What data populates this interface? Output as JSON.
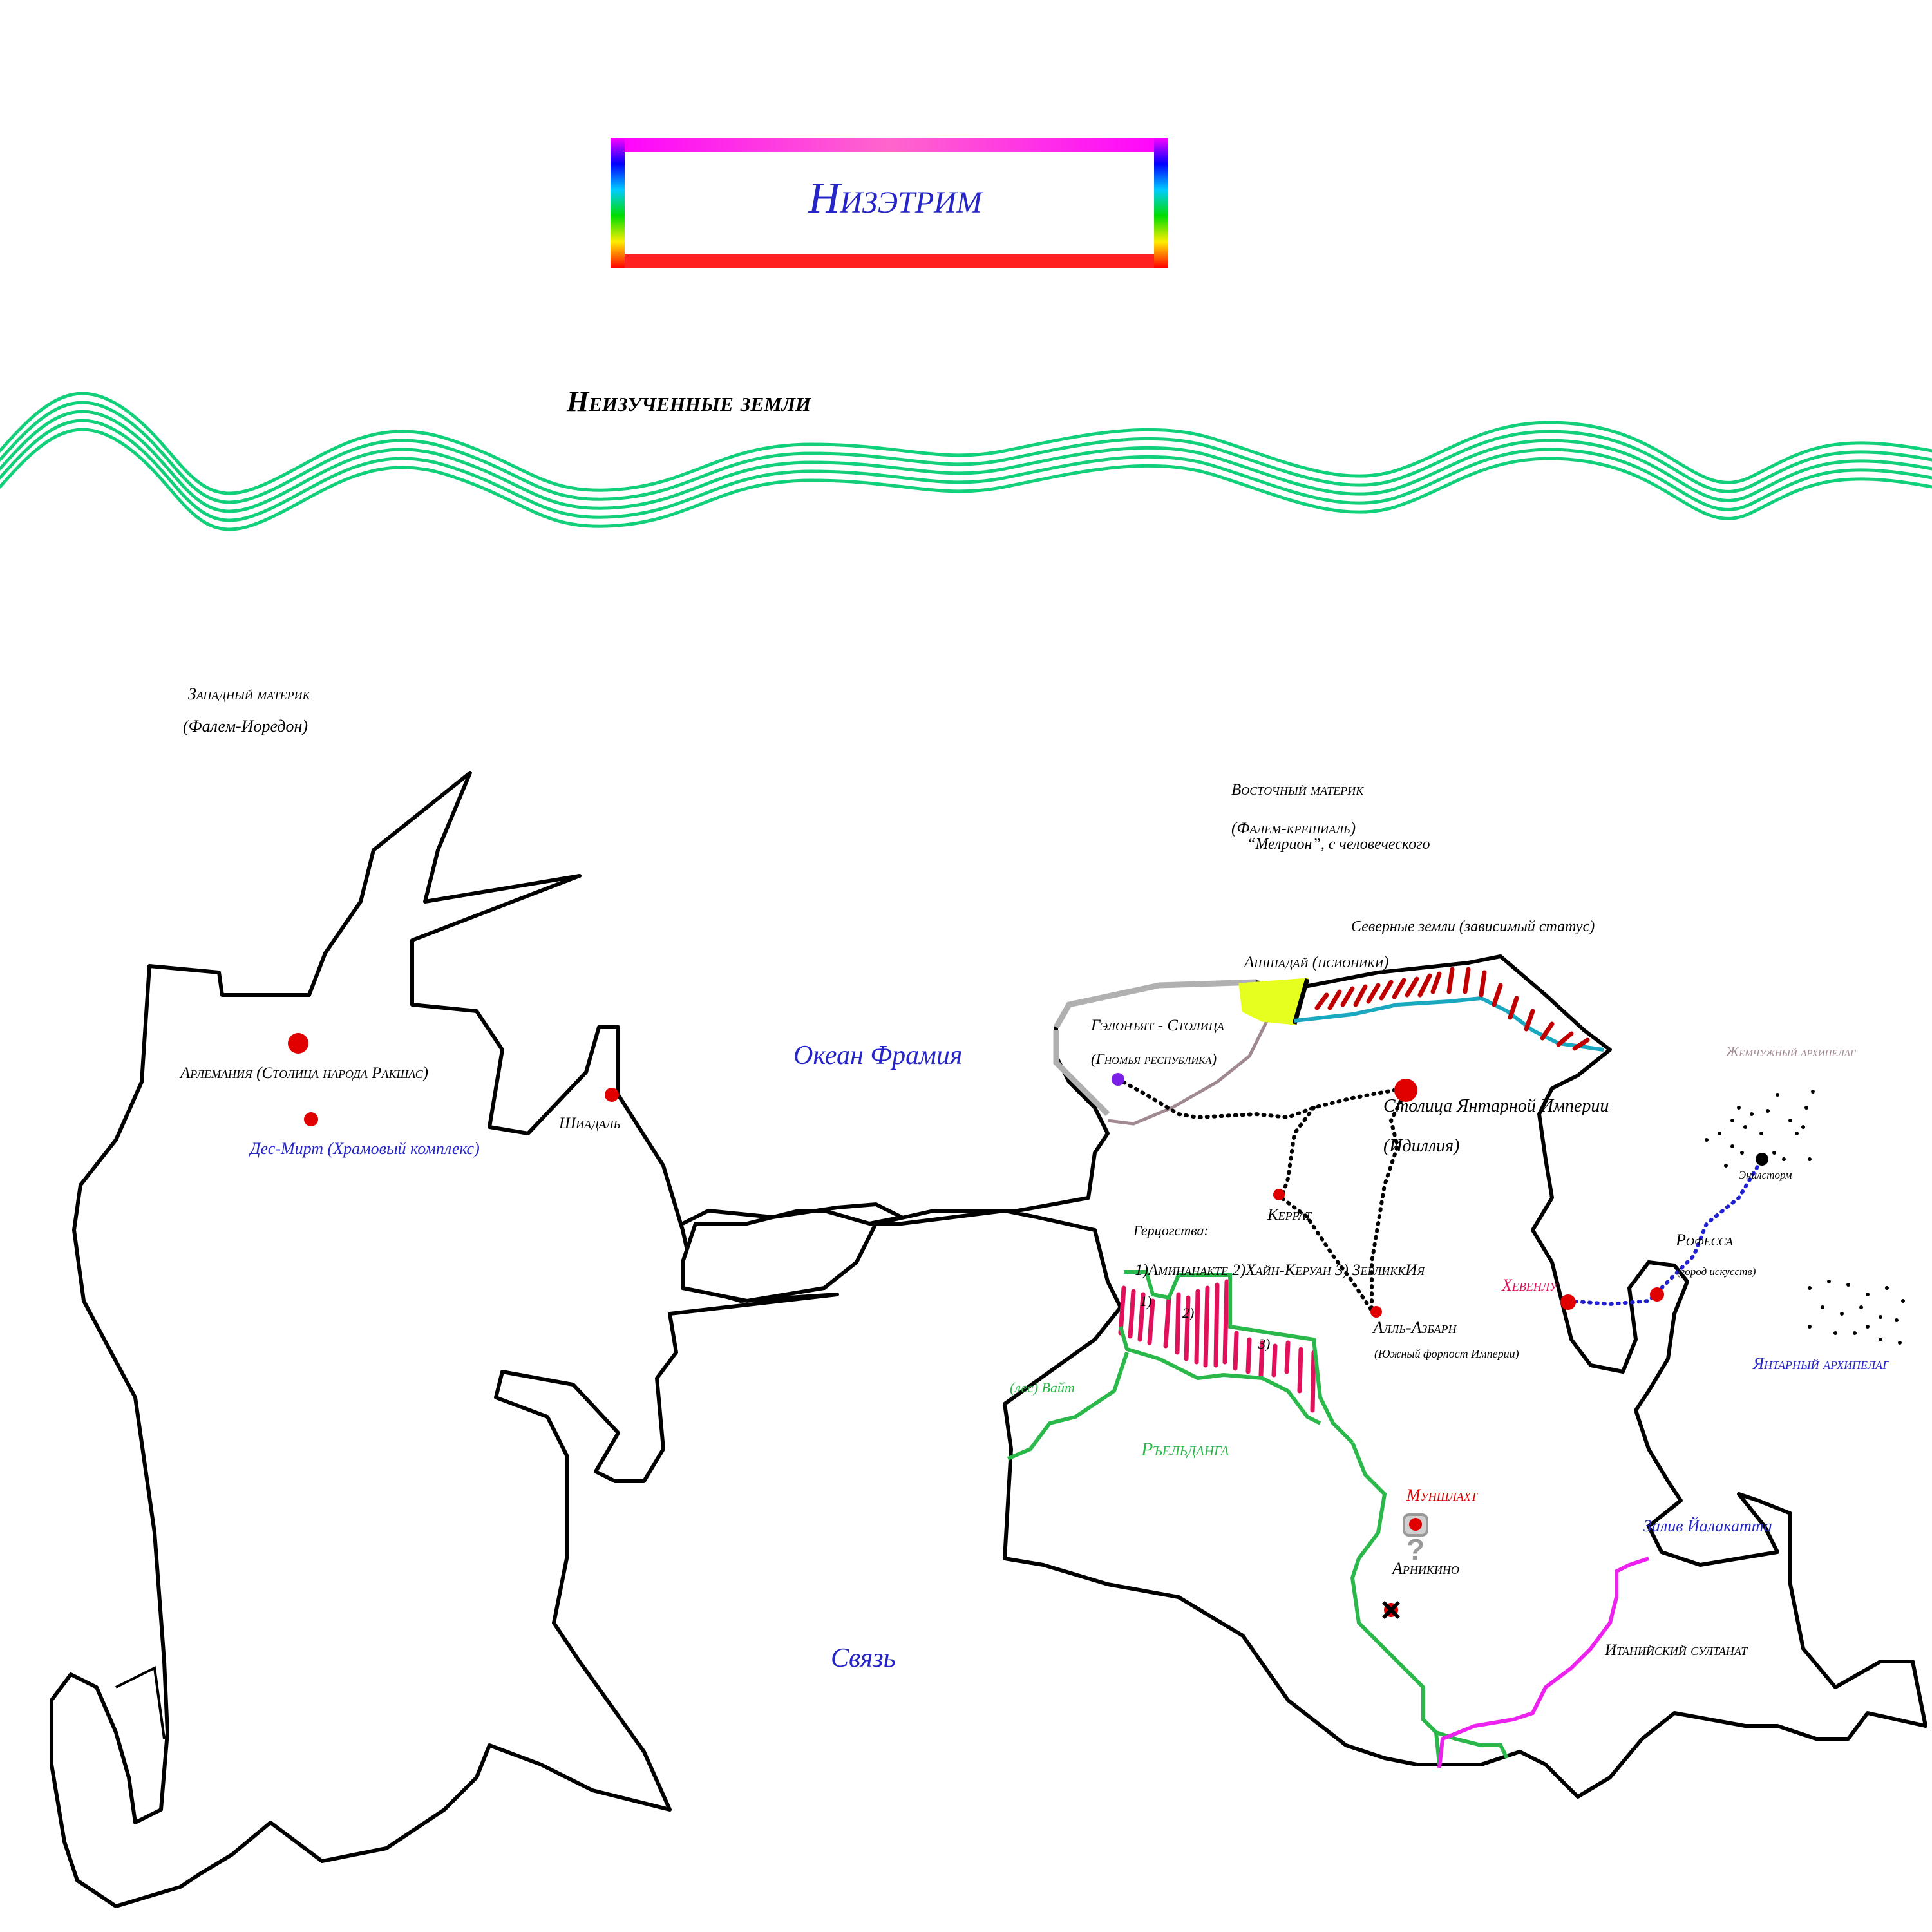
{
  "title": "Низэтрим",
  "unexplored": "Неизученные земли",
  "west": {
    "name": "Западный материк",
    "alt": "(Фалем-Иоредон)",
    "arlemania": "Арлемания (Столица народа Ракшас)",
    "desmirt": "Дес-Мирт (Храмовый комплекс)",
    "shiadal": "Шиадаль"
  },
  "east": {
    "name": "Восточный материк",
    "alt": "(Фалем-крешиаль)",
    "alt2": "“Мелрион”, с человеческого",
    "north_lands": "Северные земли (зависимый статус)",
    "ashshaday": "Ашшадай (псионики)",
    "gelonyat1": "Гэлонъят - Столица",
    "gelonyat2": "(Гномья республика)",
    "capital1": "Столица Янтарной Империи",
    "capital2": "(Идиллия)",
    "kerrat": "Керрат",
    "duchies": "Герцогства:",
    "duchies_list": "1)Аминанакте  2)Хайн-Керуан  3) ЗерликкИя",
    "d1": "1)",
    "d2": "2)",
    "d3": "3)",
    "allazbarn": "Алль-Азбарн",
    "allazbarn_sub": "(Южный форпост Империи)",
    "forest": "(лес) Вайт",
    "ryeldanga": "Ръельданга",
    "munshlakht": "Муншлахт",
    "arnikino": "Арникино",
    "question": "?",
    "itania": "Итанийский султанат",
    "bay": "Залив Йалакатта",
    "hevenlu": "Хевенлу",
    "rofessa": "Рофесса",
    "rofessa_sub": "(город искусств)",
    "pearl": "Жемчужный архипелаг",
    "enilstorm": "Энилсторм",
    "amber_arch": "Янтарный архипелаг"
  },
  "ocean": "Океан Фрамия",
  "sea": "Связь",
  "colors": {
    "black": "#000000",
    "blue": "#2626c8",
    "red": "#e00000",
    "green": "#2ab84a",
    "wave": "#12d07a",
    "pink": "#e0105a",
    "magenta": "#ee22ee",
    "yellow": "#e6ff1e",
    "teal": "#1aa8c0",
    "grey": "#9a9a9a",
    "mauve": "#a08a90"
  }
}
